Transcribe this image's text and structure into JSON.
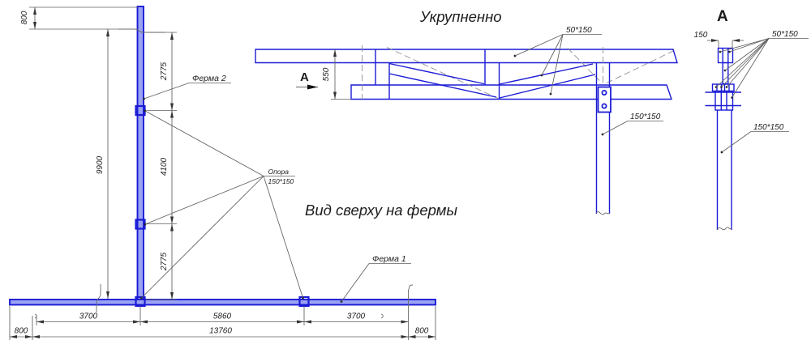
{
  "plan": {
    "view_title": "Вид сверху на фермы",
    "truss2_label": "Ферма 2",
    "truss1_label": "Ферма 1",
    "support_label": "Опора",
    "support_size": "150*150",
    "dims": {
      "top_800": "800",
      "upper_2775": "2775",
      "total_9900": "9900",
      "mid_4100": "4100",
      "lower_2775": "2775",
      "left_3700": "3700",
      "mid_5860": "5860",
      "right_3700": "3700",
      "left_800": "800",
      "total_13760": "13760",
      "right_800": "800"
    }
  },
  "detail": {
    "title": "Укрупненно",
    "section_letter": "А",
    "dim_550": "550",
    "chord_size": "50*150",
    "column_size": "150*150"
  },
  "section": {
    "title": "А",
    "dim_150": "150",
    "chord_size": "50*150",
    "column_size": "150*150"
  },
  "colors": {
    "member_stroke": "#1b1bd6",
    "member_fill": "#9aa2f2",
    "dim_line": "#5f5f5f",
    "hidden_line": "#8c8c8c",
    "text": "#1c1c1c"
  }
}
